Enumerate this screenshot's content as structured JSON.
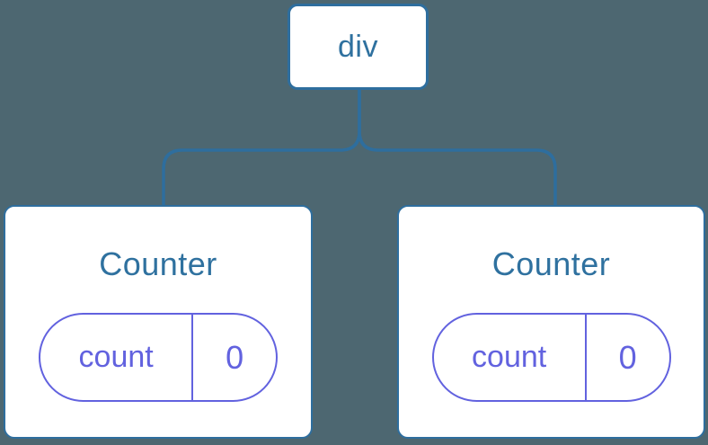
{
  "colors": {
    "background": "#4D6771",
    "node-border": "#2E6E9E",
    "node-text": "#2F719F",
    "card-bg": "#FFFFFF",
    "state-accent": "#6262DF"
  },
  "diagram": {
    "root": {
      "label": "div"
    },
    "children": [
      {
        "label": "Counter",
        "state": {
          "key": "count",
          "value": "0"
        }
      },
      {
        "label": "Counter",
        "state": {
          "key": "count",
          "value": "0"
        }
      }
    ]
  }
}
